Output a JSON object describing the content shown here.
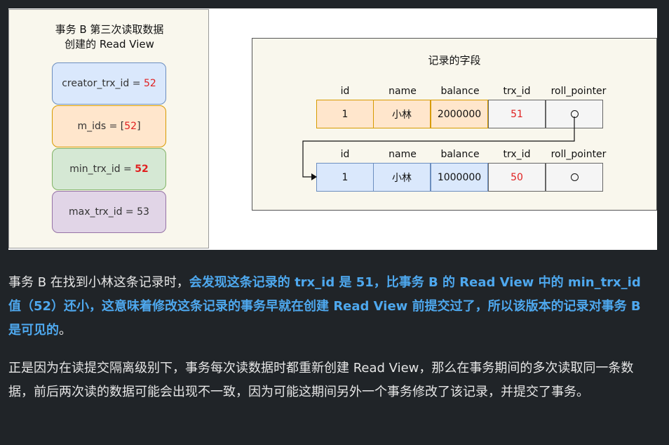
{
  "read_view": {
    "title_line1": "事务 B 第三次读取数据",
    "title_line2": "创建的 Read View",
    "creator_label": "creator_trx_id = ",
    "creator_value": "52",
    "m_ids_label": "m_ids = [",
    "m_ids_value": "52",
    "m_ids_close": "]",
    "min_label": "min_trx_id = ",
    "min_value": "52",
    "max_text": "max_trx_id = 53"
  },
  "record": {
    "title": "记录的字段",
    "columns": [
      "id",
      "name",
      "balance",
      "trx_id",
      "roll_pointer"
    ],
    "row1": [
      "1",
      "小林",
      "2000000",
      "51"
    ],
    "row2": [
      "1",
      "小林",
      "1000000",
      "50"
    ]
  },
  "paragraph1": {
    "p1": "事务 B 在找到小林这条记录时，",
    "p2": "会发现这条记录的 trx_id 是 51，比事务 B 的 Read View 中的 min_trx_id 值（52）还小，这意味着修改这条记录的事务早就在创建 Read View 前提交过了，所以该版本的记录对事务 B 是可见的",
    "p3": "。"
  },
  "paragraph2": "正是因为在读提交隔离级别下，事务每次读数据时都重新创建 Read View，那么在事务期间的多次读取同一条数据，前后两次读的数据可能会出现不一致，因为可能这期间另外一个事务修改了该记录，并提交了事务。",
  "colors": {
    "background": "#202428",
    "highlight": "#4ea8ee",
    "red_value": "#e02020"
  }
}
